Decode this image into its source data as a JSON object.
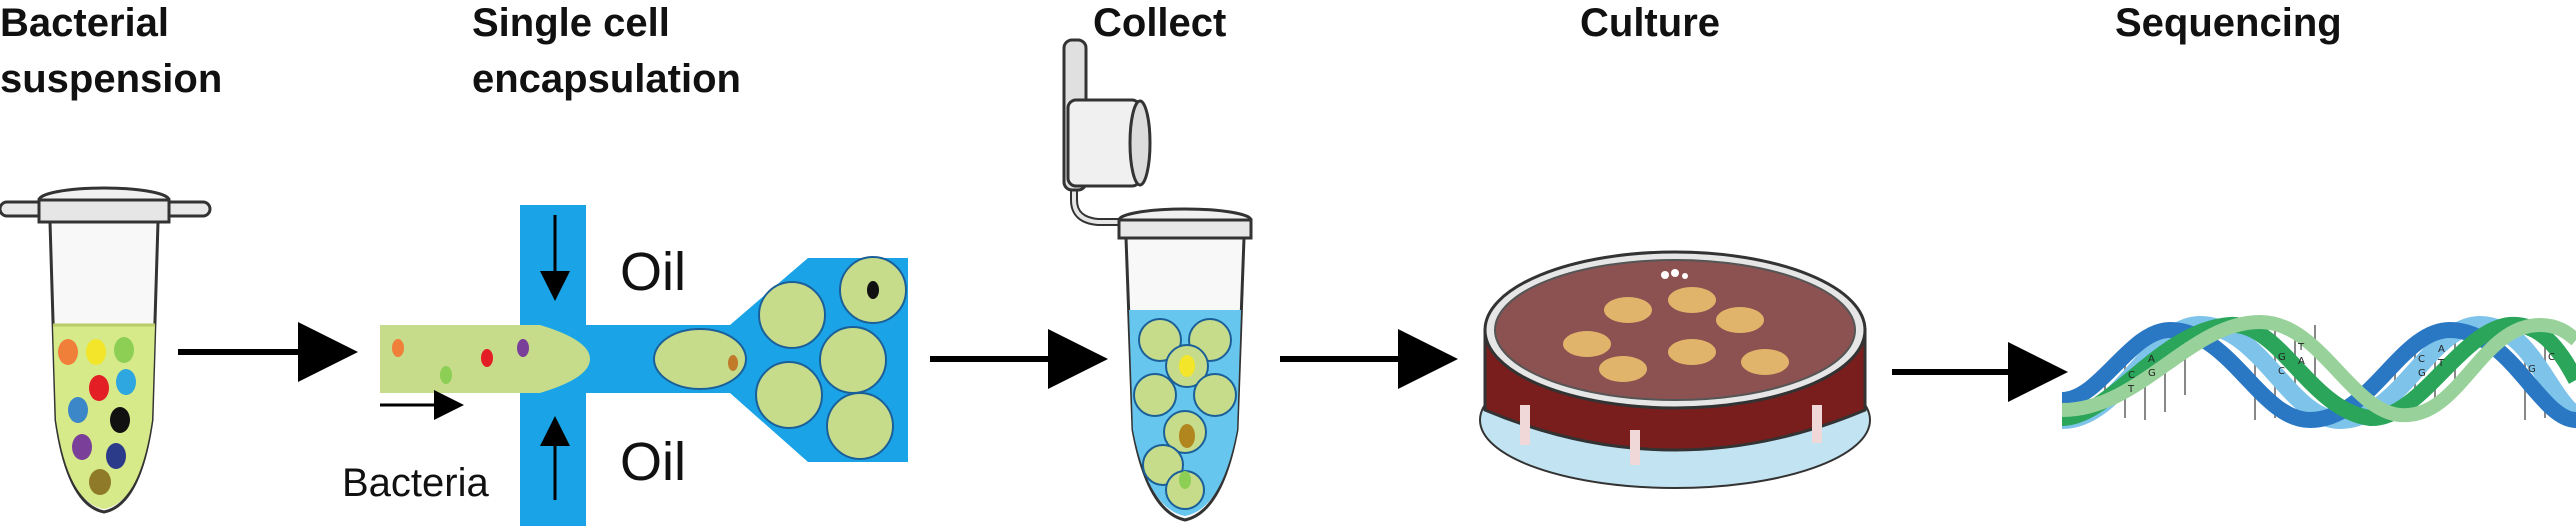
{
  "steps": [
    {
      "title_line1": "Bacterial",
      "title_line2": "suspension"
    },
    {
      "title_line1": "Single cell",
      "title_line2": "encapsulation"
    },
    {
      "title_line1": "Collect",
      "title_line2": ""
    },
    {
      "title_line1": "Culture",
      "title_line2": ""
    },
    {
      "title_line1": "Sequencing",
      "title_line2": ""
    }
  ],
  "labels": {
    "oil_top": "Oil",
    "oil_bottom": "Oil",
    "bacteria": "Bacteria"
  },
  "colors": {
    "channel": "#1aa3e6",
    "droplet": "#c6dc8a",
    "liquid": "#d7ea8a",
    "plate_agar": "#8c5252",
    "plate_rim": "#7a1d1d",
    "colony": "#e0b46a",
    "dna_light_blue": "#7dc3ea",
    "dna_blue": "#2a78c4",
    "dna_green": "#2aa55a",
    "dna_light_green": "#98d29a"
  },
  "icons": [
    "tube-icon",
    "microfluidic-chip-icon",
    "collection-tube-icon",
    "petri-dish-icon",
    "dna-helix-icon",
    "arrow-icon"
  ]
}
